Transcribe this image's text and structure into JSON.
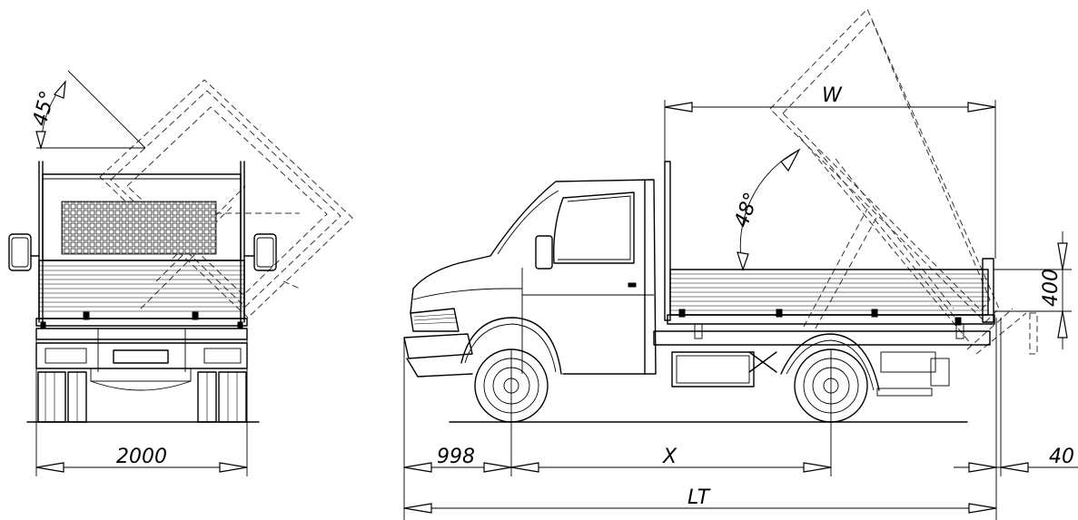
{
  "dimensions": {
    "rear_track_width": "2000",
    "front_overhang": "998",
    "wheelbase": "X",
    "rear_gap": "40",
    "total_length": "LT",
    "body_width": "W",
    "side_height": "400",
    "rear_tip_angle": "45°",
    "side_tip_angle": "48°"
  }
}
